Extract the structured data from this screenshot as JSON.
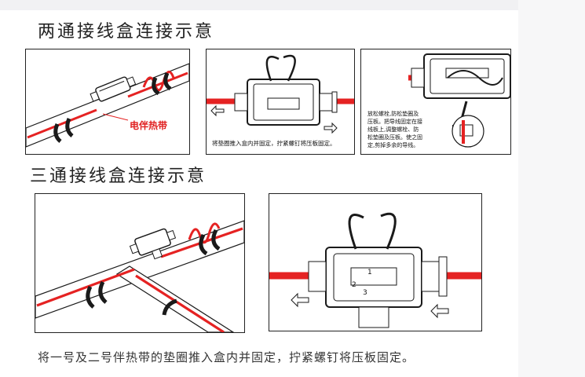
{
  "sections": {
    "two_way_title": "两通接线盒连接示意",
    "three_way_title": "三通接线盒连接示意"
  },
  "labels": {
    "heating_cable": "电伴热带"
  },
  "notes": {
    "panel2": "将垫圈推入盒内并固定，拧紧螺钉将压板固定。",
    "panel3": [
      "放松螺栓,防松垫圈及",
      "压板。把导线固定在接",
      "线板上,调整螺栓、防",
      "松垫圈及压板。使之固",
      "定,剪掉多余的导线。"
    ]
  },
  "numbers": {
    "terminal_1": "1",
    "terminal_2": "2",
    "terminal_3": "3"
  },
  "caption": "将一号及二号伴热带的垫圈推入盒内并固定，拧紧螺钉将压板固定。",
  "colors": {
    "cable": "#e52222",
    "line": "#1a1a1a"
  }
}
